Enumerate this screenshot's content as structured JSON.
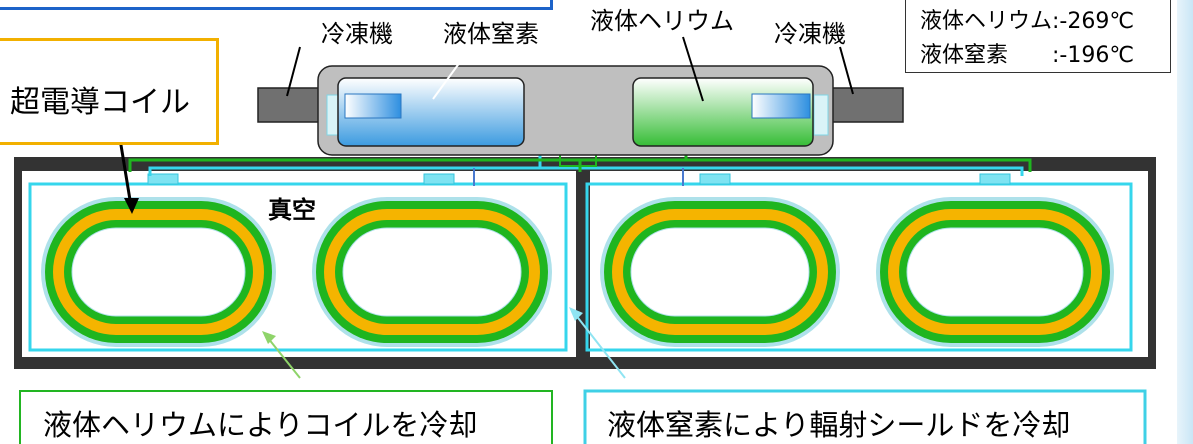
{
  "labels": {
    "refrigerator_left": "冷凍機",
    "liquid_nitrogen": "液体窒素",
    "liquid_helium": "液体ヘリウム",
    "refrigerator_right": "冷凍機",
    "superconducting_coil": "超電導コイル",
    "vacuum": "真空"
  },
  "temperatures": {
    "helium_name": "液体ヘリウム",
    "helium_value": ":-269℃",
    "nitrogen_name": "液体窒素",
    "nitrogen_value": ":-196℃"
  },
  "captions": {
    "helium_cooling": "液体ヘリウムによりコイルを冷却",
    "nitrogen_cooling": "液体窒素により輻射シールドを冷却"
  },
  "colors": {
    "coil_yellow": "#f5b400",
    "coil_green": "#1fb51f",
    "shield_cyan": "#35d6ec",
    "cryostat_dark": "#333333",
    "helium_tank_green": "#3cc23c",
    "nitrogen_tank_blue": "#4aa8e6",
    "caption_green_border": "#22b522",
    "caption_cyan_border": "#3fd0e6",
    "coil_label_border": "#f2b000"
  }
}
